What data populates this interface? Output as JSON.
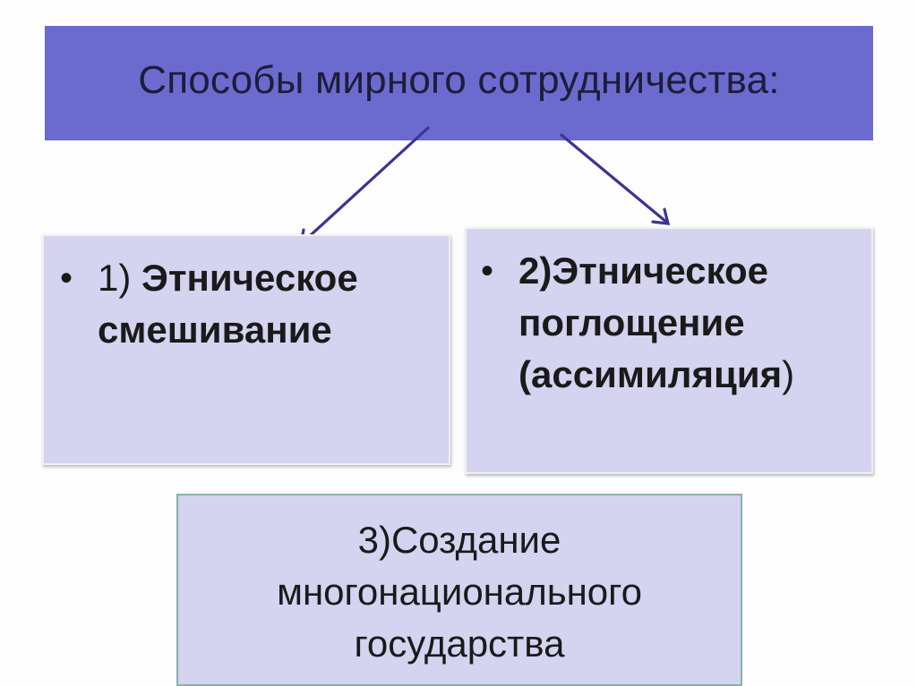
{
  "colors": {
    "title_bar": "#6b6bcf",
    "box_fill": "#d4d3f0",
    "arrow": "#3a3592",
    "bottom_border": "#8bb0ad"
  },
  "title": "Способы мирного сотрудничества:",
  "left_box": {
    "bullet": "•",
    "number": "1) ",
    "text": "Этническое смешивание"
  },
  "right_box": {
    "bullet": "•",
    "text_bold_1": "2)Этническое поглощение (ассимиляция",
    "text_plain_end": ")"
  },
  "bottom_box": {
    "line1": "3)Создание",
    "line2": "многонационального",
    "line3": "государства"
  }
}
